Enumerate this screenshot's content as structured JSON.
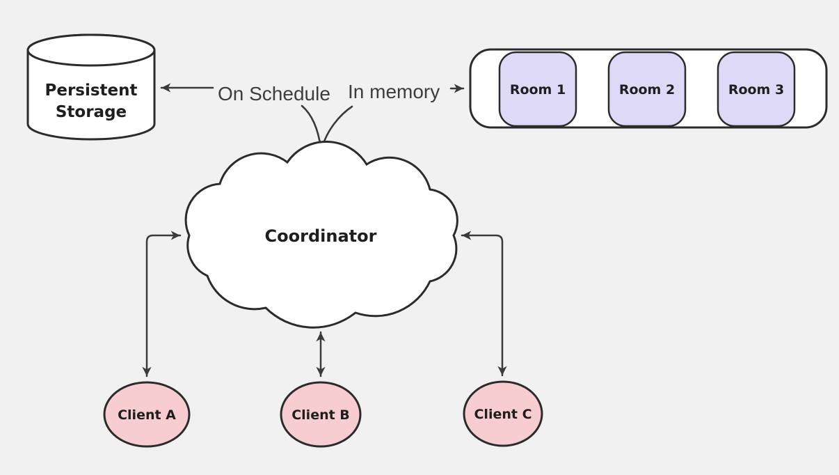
{
  "diagram": {
    "background": "#f1f1f1",
    "node_fill": "#ffffff",
    "shape_stroke_color": "#2b2b2b",
    "arrow_color": "#3a3a3a",
    "nodes": {
      "persistent_storage": {
        "shape": "cylinder",
        "label_line1": "Persistent",
        "label_line2": "Storage"
      },
      "coordinator": {
        "shape": "cloud",
        "label": "Coordinator"
      },
      "room_list": {
        "shape": "rounded-container",
        "fill": "#ded9f6",
        "items": [
          {
            "label": "Room 1"
          },
          {
            "label": "Room 2"
          },
          {
            "label": "Room 3"
          }
        ]
      },
      "clients": {
        "shape": "ellipse",
        "fill": "#f8cdd2",
        "items": [
          {
            "label": "Client A"
          },
          {
            "label": "Client B"
          },
          {
            "label": "Client C"
          }
        ]
      }
    },
    "edges": {
      "on_schedule": {
        "label": "On Schedule",
        "from": "Coordinator",
        "to": "Persistent Storage"
      },
      "in_memory": {
        "label": "In memory",
        "from": "Coordinator",
        "to": "Room list"
      },
      "client_a": {
        "from": "Coordinator",
        "to": "Client A",
        "bidirectional": true
      },
      "client_b": {
        "from": "Coordinator",
        "to": "Client B",
        "bidirectional": true
      },
      "client_c": {
        "from": "Coordinator",
        "to": "Client C",
        "bidirectional": true
      }
    }
  }
}
